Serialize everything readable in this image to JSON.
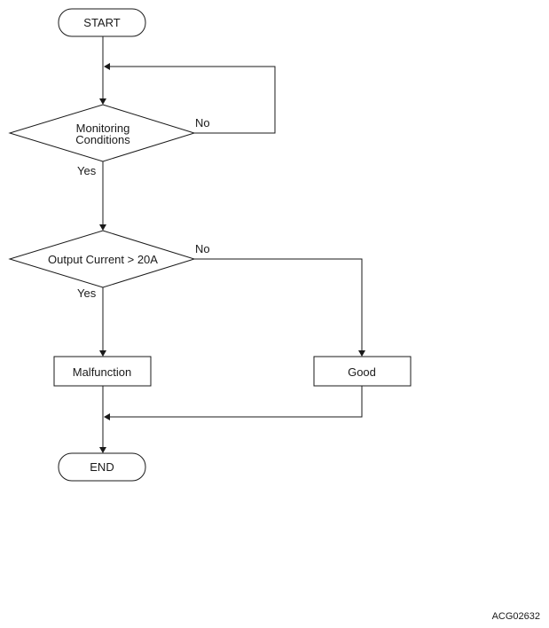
{
  "flowchart": {
    "start_label": "START",
    "decision1_line1": "Monitoring",
    "decision1_line2": "Conditions",
    "decision1_no": "No",
    "decision1_yes": "Yes",
    "decision2_label": "Output Current > 20A",
    "decision2_no": "No",
    "decision2_yes": "Yes",
    "malfunction_label": "Malfunction",
    "good_label": "Good",
    "end_label": "END"
  },
  "figure_code": "ACG02632"
}
